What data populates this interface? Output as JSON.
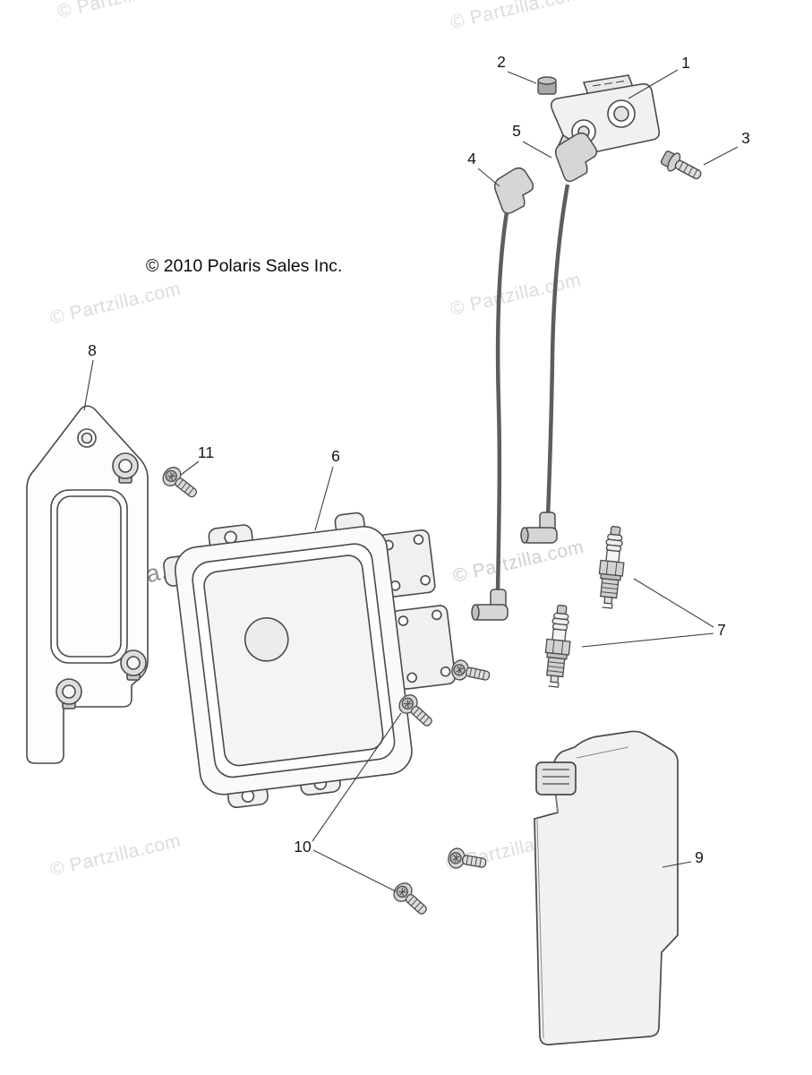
{
  "page": {
    "copyright": "© 2010 Polaris Sales Inc.",
    "watermark": "© Partzilla.com",
    "line_color": "#4a4a4a",
    "background": "#ffffff"
  },
  "callouts": {
    "c1": "1",
    "c2": "2",
    "c3": "3",
    "c4": "4",
    "c5": "5",
    "c6": "6",
    "c7": "7",
    "c8": "8",
    "c9": "9",
    "c10": "10",
    "c11": "11"
  }
}
